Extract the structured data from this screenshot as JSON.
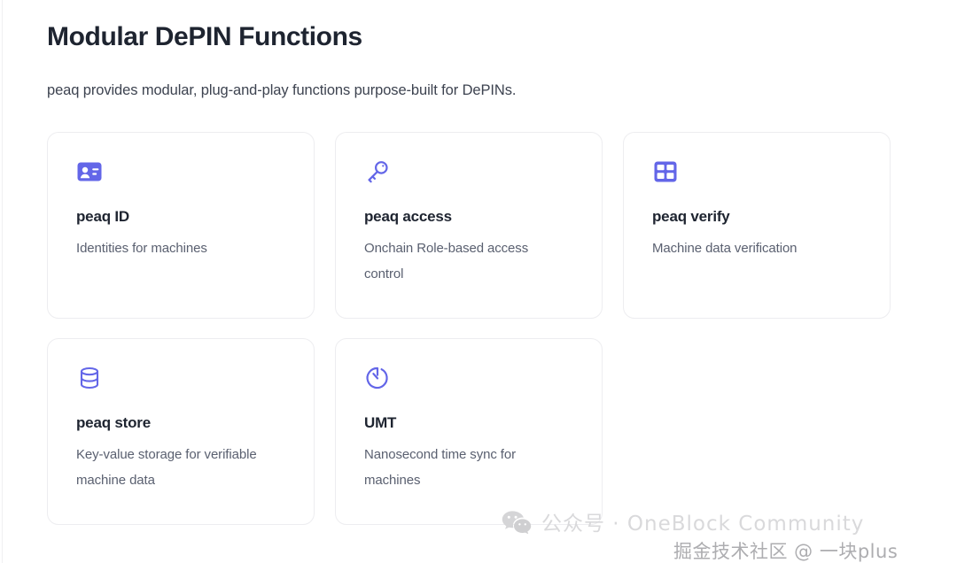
{
  "page": {
    "title": "Modular DePIN Functions",
    "subtitle": "peaq provides modular, plug-and-play functions purpose-built for DePINs."
  },
  "colors": {
    "accent": "#6366e8",
    "title_text": "#1e2430",
    "body_text": "#5a6070",
    "card_border": "#ededf0",
    "card_background": "#ffffff",
    "page_background": "#ffffff",
    "watermark_light": "#d9d9db",
    "watermark_dark": "#adadb0"
  },
  "cards": [
    {
      "id": "peaq-id",
      "icon": "id-card-icon",
      "title": "peaq ID",
      "description": "Identities for machines"
    },
    {
      "id": "peaq-access",
      "icon": "key-icon",
      "title": "peaq access",
      "description": "Onchain Role-based access control"
    },
    {
      "id": "peaq-verify",
      "icon": "table-grid-icon",
      "title": "peaq verify",
      "description": "Machine data verification"
    },
    {
      "id": "peaq-store",
      "icon": "database-icon",
      "title": "peaq store",
      "description": "Key-value storage for verifiable machine data"
    },
    {
      "id": "umt",
      "icon": "timer-icon",
      "title": "UMT",
      "description": "Nanosecond time sync for machines"
    }
  ],
  "watermarks": {
    "oneblock": "公众号 · OneBlock Community",
    "juejin": "掘金技术社区 @ 一块plus"
  }
}
